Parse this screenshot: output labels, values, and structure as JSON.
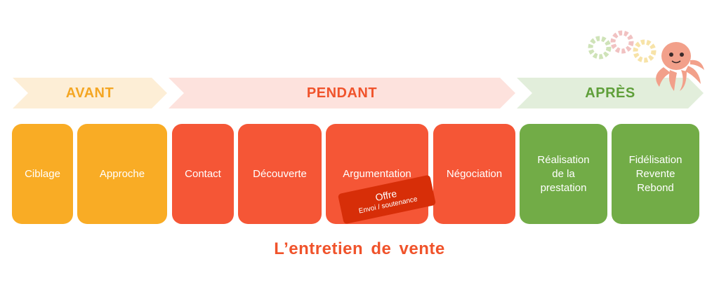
{
  "phases": [
    {
      "label": "AVANT",
      "color": "#f4a623",
      "fill": "#fdeed6"
    },
    {
      "label": "PENDANT",
      "color": "#f0532b",
      "fill": "#fde2dd"
    },
    {
      "label": "APRÈS",
      "color": "#5f9f3a",
      "fill": "#e2eedb"
    }
  ],
  "steps": [
    {
      "label": "Ciblage",
      "color": "#f9ac25"
    },
    {
      "label": "Approche",
      "color": "#f9ac25"
    },
    {
      "label": "Contact",
      "color": "#f55636"
    },
    {
      "label": "Découverte",
      "color": "#f55636"
    },
    {
      "label": "Argumentation",
      "color": "#f55636"
    },
    {
      "label": "Négociation",
      "color": "#f55636"
    },
    {
      "label": "Réalisation\nde la\nprestation",
      "color": "#72ac47"
    },
    {
      "label": "Fidélisation\nRevente\nRebond",
      "color": "#72ac47"
    }
  ],
  "offre": {
    "title": "Offre",
    "subtitle": "Envoi / soutenance"
  },
  "title": "L’entretien de vente",
  "mascot": {
    "icon": "octopus-with-gears-icon"
  }
}
